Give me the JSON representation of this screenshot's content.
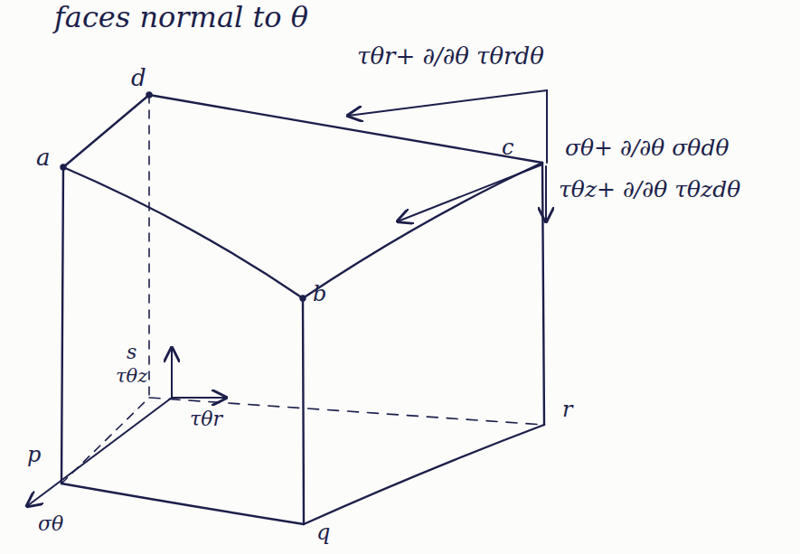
{
  "diagram": {
    "labels": [
      "faces normal to θ",
      "τθr+ ∂/∂θ τθrdθ",
      "d",
      "a",
      "c",
      "σθ+ ∂/∂θ σθdθ",
      "τθz+ ∂/∂θ τθzdθ",
      "b",
      "s",
      "τθz",
      "r",
      "τθr",
      "p",
      "σθ",
      "q"
    ]
  }
}
